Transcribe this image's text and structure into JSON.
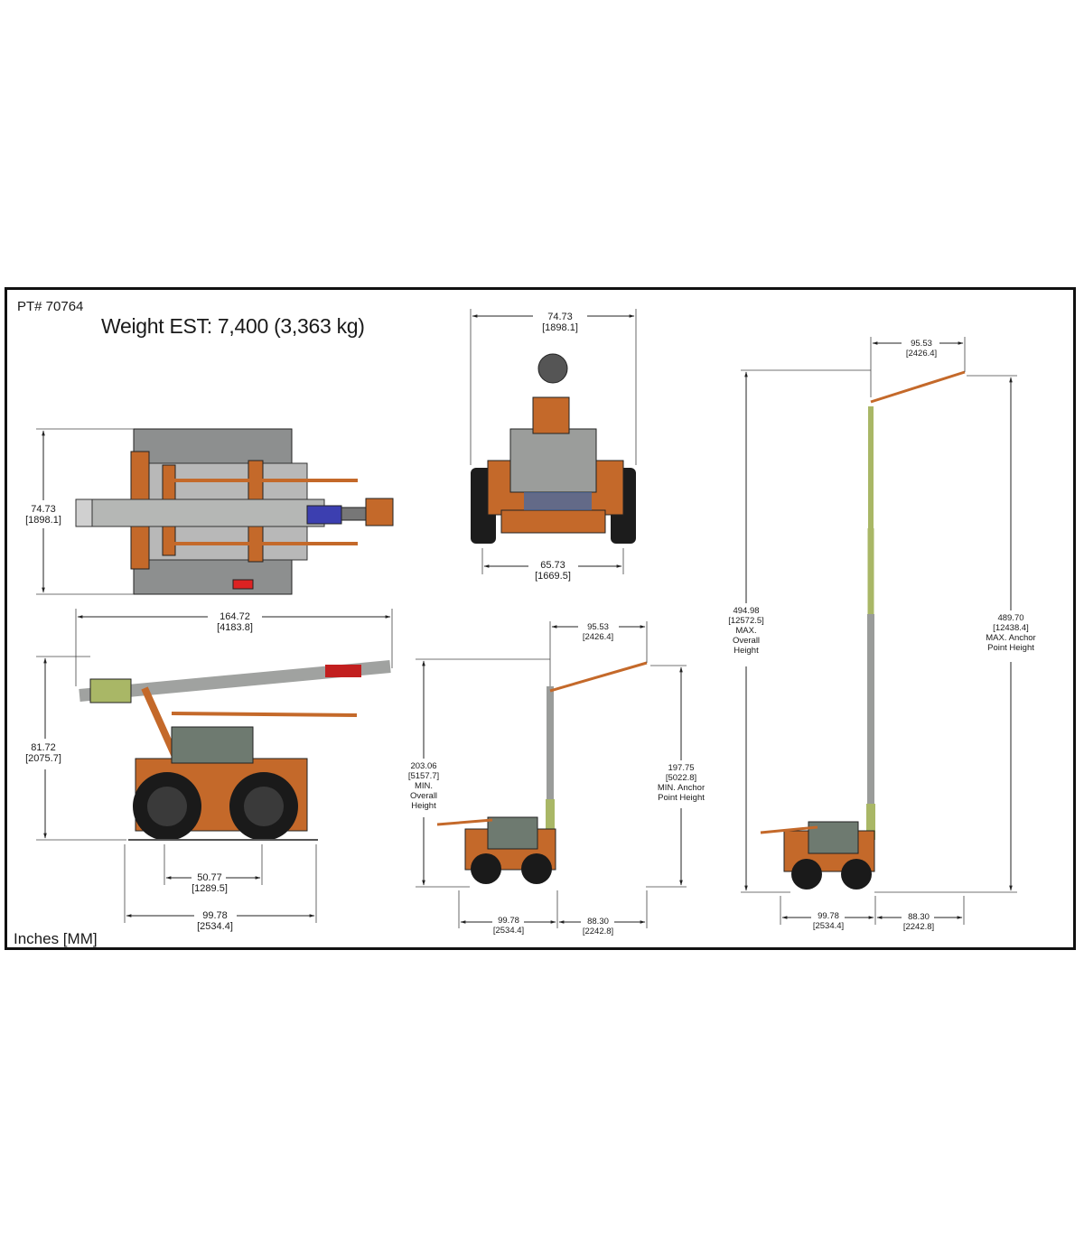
{
  "header": {
    "part_number": "PT# 70764",
    "weight": "Weight EST: 7,400 (3,363 kg)"
  },
  "footer": {
    "units": "Inches [MM]"
  },
  "colors": {
    "frame": "#c4692a",
    "outline": "#111111",
    "boom_green": "#a9b766",
    "mast_grey": "#9a9c9a"
  },
  "top_view": {
    "width": {
      "in": "74.73",
      "mm": "[1898.1]"
    }
  },
  "front_view": {
    "overall_width": {
      "in": "74.73",
      "mm": "[1898.1]"
    },
    "track_width": {
      "in": "65.73",
      "mm": "[1669.5]"
    }
  },
  "side_view": {
    "overall_length": {
      "in": "164.72",
      "mm": "[4183.8]"
    },
    "height": {
      "in": "81.72",
      "mm": "[2075.7]"
    },
    "wheelbase": {
      "in": "50.77",
      "mm": "[1289.5]"
    },
    "base_length": {
      "in": "99.78",
      "mm": "[2534.4]"
    }
  },
  "min_view": {
    "reach": {
      "in": "95.53",
      "mm": "[2426.4]"
    },
    "overall_height": {
      "in": "203.06",
      "mm": "[5157.7]",
      "l1": "MIN.",
      "l2": "Overall",
      "l3": "Height"
    },
    "anchor_height": {
      "in": "197.75",
      "mm": "[5022.8]",
      "l1": "MIN. Anchor",
      "l2": "Point Height"
    },
    "base_length": {
      "in": "99.78",
      "mm": "[2534.4]"
    },
    "overhang": {
      "in": "88.30",
      "mm": "[2242.8]"
    }
  },
  "max_view": {
    "reach": {
      "in": "95.53",
      "mm": "[2426.4]"
    },
    "overall_height": {
      "in": "494.98",
      "mm": "[12572.5]",
      "l1": "MAX.",
      "l2": "Overall",
      "l3": "Height"
    },
    "anchor_height": {
      "in": "489.70",
      "mm": "[12438.4]",
      "l1": "MAX. Anchor",
      "l2": "Point Height"
    },
    "base_length": {
      "in": "99.78",
      "mm": "[2534.4]"
    },
    "overhang": {
      "in": "88.30",
      "mm": "[2242.8]"
    }
  }
}
